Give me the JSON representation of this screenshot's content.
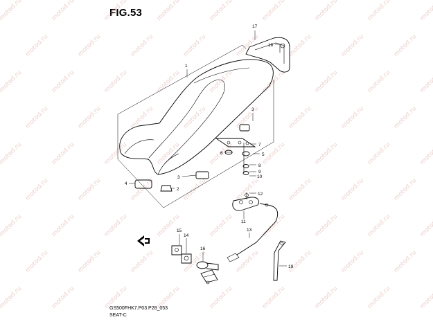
{
  "figure": {
    "title": "FIG.53",
    "model_code": "GS500FHK7.P03 P28_053",
    "category": "SEAT-C"
  },
  "watermark": {
    "text": "motod.ru",
    "color": "#d8a8a0"
  },
  "callouts": {
    "c1": "1",
    "c2": "2",
    "c3a": "3",
    "c3b": "3",
    "c4": "4",
    "c5": "5",
    "c6": "6",
    "c7": "7",
    "c8": "8",
    "c9": "9",
    "c10": "10",
    "c11": "11",
    "c12": "12",
    "c13": "13",
    "c14": "14",
    "c15": "15",
    "c16": "16",
    "c17": "17",
    "c18": "18",
    "c19": "19"
  },
  "icons": {
    "front_arrow": "front-direction-arrow-icon"
  }
}
